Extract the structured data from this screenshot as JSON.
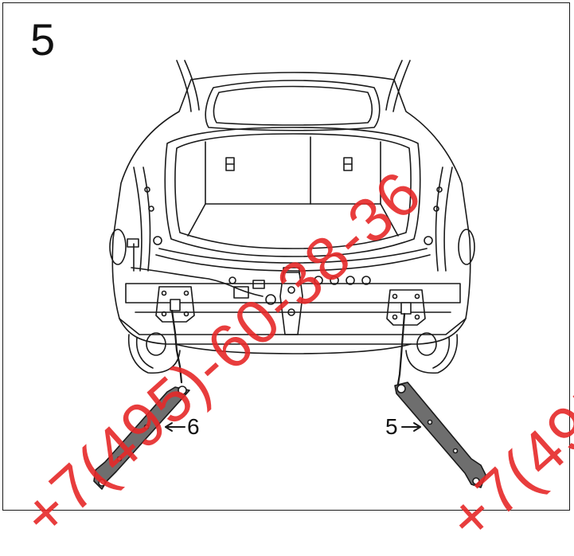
{
  "step": {
    "number": "5"
  },
  "callouts": {
    "left_part": "6",
    "right_part": "5"
  },
  "watermark": {
    "text": "+7(495)-60-38-36"
  },
  "colors": {
    "line": "#1a1a1a",
    "bar_fill": "#6e6e6e",
    "watermark": "#e62828"
  },
  "icons": [
    "car-rear-view",
    "tow-bracket-bar",
    "arrow-left",
    "arrow-right"
  ]
}
